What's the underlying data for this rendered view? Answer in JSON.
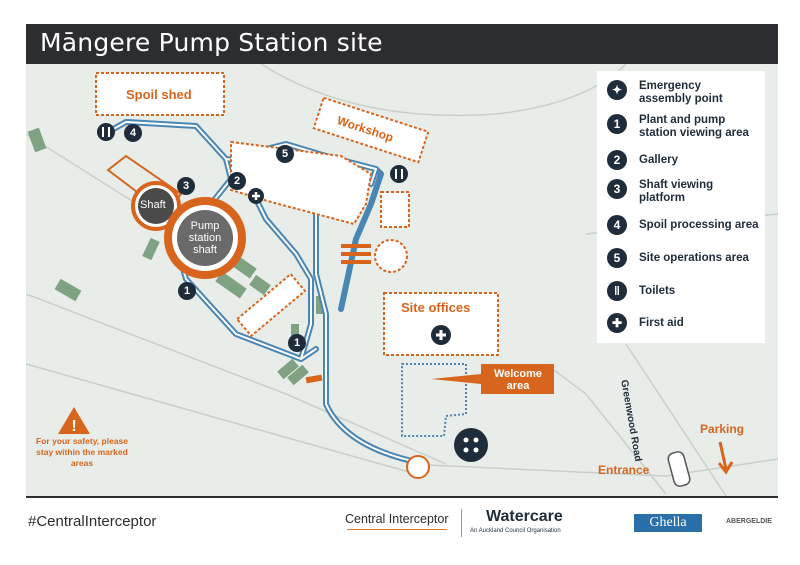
{
  "header": {
    "title": "Māngere Pump Station site"
  },
  "map": {
    "labels": {
      "spoil_shed": "Spoil shed",
      "workshop": "Workshop",
      "shaft": "Shaft",
      "pump_station_shaft": "Pump station shaft",
      "site_offices": "Site offices",
      "welcome_area": "Welcome area",
      "greenwood_road": "Greenwood Road",
      "parking": "Parking",
      "entrance": "Entrance",
      "safety": "For your safety, please stay within the marked areas"
    },
    "markers": {
      "m1a": "1",
      "m1b": "1",
      "m2": "2",
      "m3": "3",
      "m4": "4",
      "m5": "5"
    },
    "colors": {
      "orange": "#d8651d",
      "navy": "#1f2d3a",
      "path": "#4a86b3",
      "green": "#7fa382",
      "ground": "#e9ede9"
    }
  },
  "legend": {
    "items": [
      {
        "icon": "assembly-icon",
        "label": "Emergency assembly point"
      },
      {
        "icon": "1",
        "label": "Plant and pump station viewing area"
      },
      {
        "icon": "2",
        "label": "Gallery"
      },
      {
        "icon": "3",
        "label": "Shaft viewing platform"
      },
      {
        "icon": "4",
        "label": "Spoil processing area"
      },
      {
        "icon": "5",
        "label": "Site operations area"
      },
      {
        "icon": "toilets-icon",
        "label": "Toilets"
      },
      {
        "icon": "first-aid-icon",
        "label": "First aid"
      }
    ]
  },
  "footer": {
    "hashtag_a": "#Central",
    "hashtag_b": "Interceptor",
    "ci": "Central Interceptor",
    "watercare": "Watercare",
    "watercare_sub": "An Auckland Council Organisation",
    "ghella": "Ghella",
    "abergeldie": "ABERGELDIE"
  }
}
